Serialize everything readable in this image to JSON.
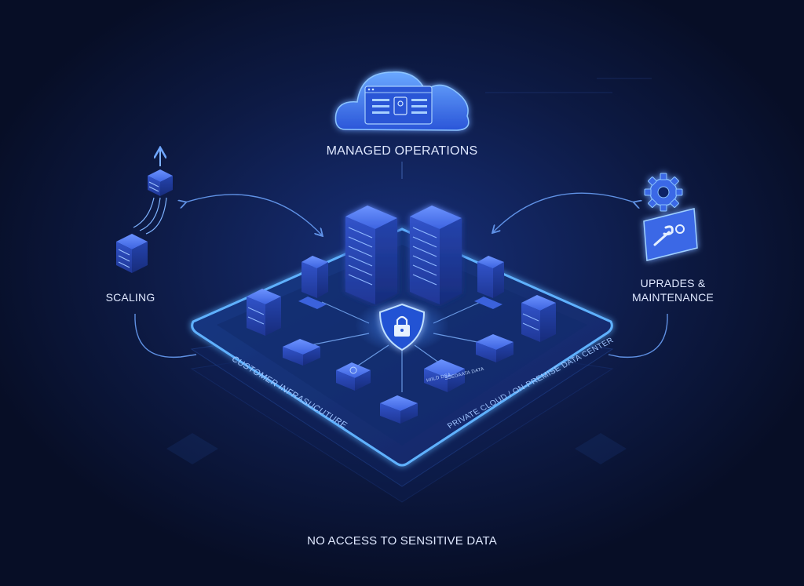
{
  "labels": {
    "managed_operations": "MANAGED OPERATIONS",
    "scaling": "SCALING",
    "upgrades_maintenance": "UPRADES & MAINTENANCE",
    "no_access": "NO ACCESS TO SENSITIVE DATA",
    "customer_infrastructure": "CUSTOMER INFRASUCUTURE",
    "private_cloud": "PRIVATE CLOUD / ON-PREMISE DATA CENTER",
    "device_label_left": "HIILD DSA",
    "device_label_right": "SSEDAATA DATA"
  },
  "colors": {
    "background": "#0a1330",
    "glow": "#4ea7ff",
    "accent": "#3b6cf5",
    "platform": "#16306e"
  },
  "icons": [
    "cloud-icon",
    "server-tower-icon",
    "shield-lock-icon",
    "gear-icon",
    "wrench-icon",
    "arrow-up-icon",
    "server-stack-icon"
  ]
}
